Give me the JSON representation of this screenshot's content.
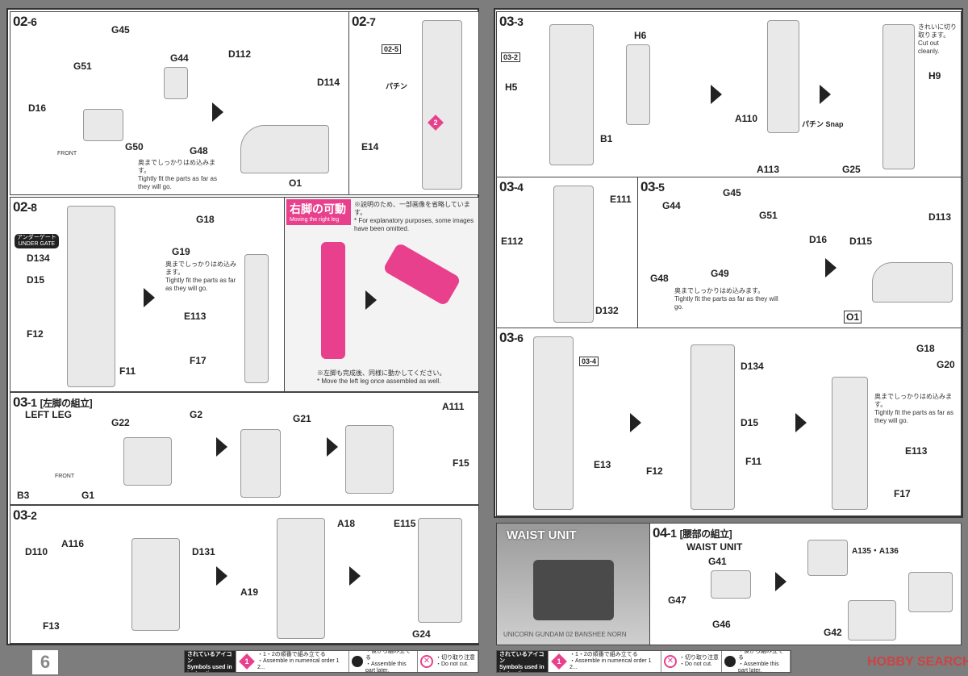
{
  "left_page": {
    "page_number": "6",
    "steps": {
      "s02_6": {
        "label": "02",
        "sub": "-6",
        "parts": [
          "G45",
          "G51",
          "G44",
          "D16",
          "G50",
          "G48"
        ],
        "note_jp": "奥までしっかりはめ込みます。",
        "note_en": "Tightly fit the parts as far as they will go.",
        "front": "FRONT",
        "parts2": [
          "D112",
          "D114",
          "O1"
        ]
      },
      "s02_7": {
        "label": "02",
        "sub": "-7",
        "ref": "02-5",
        "parts": [
          "E14"
        ],
        "snap": "パチン"
      },
      "s02_8": {
        "label": "02",
        "sub": "-8",
        "parts": [
          "D134",
          "D15",
          "F12",
          "F11",
          "G19",
          "G18",
          "E113",
          "F17"
        ],
        "gate_jp": "アンダーゲート",
        "gate_en": "UNDER GATE",
        "note_jp": "奥までしっかりはめ込みます。",
        "note_en": "Tightly fit the parts as far as they will go."
      },
      "right_leg": {
        "title_jp": "右脚の可動",
        "title_en": "Moving the right leg",
        "note_jp": "※説明のため、一部画像を省略しています。",
        "note_en": "* For explanatory purposes, some images have been omitted.",
        "footer_jp": "※左脚も完成後、同様に動かしてください。",
        "footer_en": "* Move the left leg once assembled as well."
      },
      "s03_1": {
        "label": "03",
        "sub": "-1",
        "title_jp": "[左脚の組立]",
        "title_en": "LEFT LEG",
        "parts": [
          "B3",
          "G22",
          "G2",
          "G1",
          "G21",
          "A111",
          "F15"
        ],
        "front": "FRONT"
      },
      "s03_2": {
        "label": "03",
        "sub": "-2",
        "parts": [
          "D110",
          "A116",
          "D131",
          "F13",
          "A18",
          "A19",
          "E115",
          "G24"
        ]
      }
    },
    "legend": {
      "head_jp": "組み立て中に使用されているアイコン",
      "head_en": "Symbols used in instructions",
      "items": [
        {
          "jp": "・1・2の順番で組み立てる",
          "en": "・Assemble in numerical order 1 2..."
        },
        {
          "jp": "・後から組み立てる",
          "en": "・Assemble this part later."
        },
        {
          "jp": "・切り取り注意",
          "en": "・Do not cut."
        }
      ]
    }
  },
  "right_page": {
    "steps": {
      "s03_3": {
        "label": "03",
        "sub": "-3",
        "ref": "03-2",
        "parts": [
          "H6",
          "H5",
          "B1",
          "A110",
          "A113",
          "H9",
          "G25"
        ],
        "note_jp": "きれいに切り取ります。",
        "note_en": "Cut out cleanly.",
        "snap": "パチン Snap"
      },
      "s03_4": {
        "label": "03",
        "sub": "-4",
        "parts": [
          "E111",
          "E112",
          "D132"
        ]
      },
      "s03_5": {
        "label": "03",
        "sub": "-5",
        "parts": [
          "G45",
          "G44",
          "G51",
          "D16",
          "D113",
          "D115",
          "G48",
          "G49",
          "O1"
        ],
        "note_jp": "奥までしっかりはめ込みます。",
        "note_en": "Tightly fit the parts as far as they will go."
      },
      "s03_6": {
        "label": "03",
        "sub": "-6",
        "ref": "03-4",
        "parts": [
          "E13",
          "F12",
          "D134",
          "D15",
          "F11",
          "G18",
          "G20",
          "E113",
          "F17"
        ],
        "note_jp": "奥までしっかりはめ込みます。",
        "note_en": "Tightly fit the parts as far as they will go."
      },
      "waist_photo": {
        "title": "WAIST UNIT",
        "caption": "UNICORN GUNDAM 02 BANSHEE NORN"
      },
      "s04_1": {
        "label": "04",
        "sub": "-1",
        "title_jp": "[腰部の組立]",
        "title_en": "WAIST UNIT",
        "parts": [
          "G41",
          "G47",
          "G46",
          "A135・A136",
          "G42"
        ]
      }
    },
    "legend": {
      "head_jp": "組み立て中に使用されているアイコン",
      "head_en": "Symbols used in instructions",
      "items": [
        {
          "jp": "・1・2の順番で組み立てる",
          "en": "・Assemble in numerical order 1 2..."
        },
        {
          "jp": "・切り取り注意",
          "en": "・Do not cut."
        },
        {
          "jp": "・後から組み立てる",
          "en": "・Assemble this part later."
        }
      ]
    },
    "watermark": "HOBBY SEARCH"
  },
  "colors": {
    "accent": "#e8408c"
  }
}
